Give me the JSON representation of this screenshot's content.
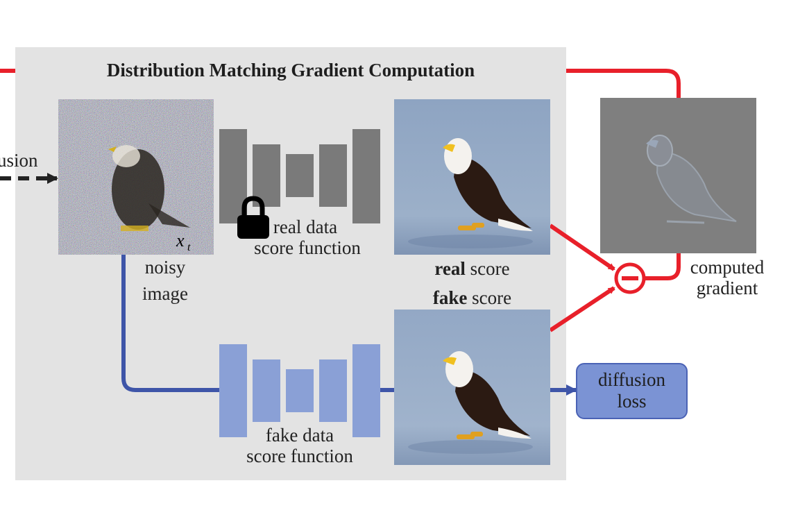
{
  "panel": {
    "title": "Distribution Matching Gradient Computation"
  },
  "left_edge_label": "usion",
  "noisy_image": {
    "label_line1": "noisy",
    "label_line2": "image",
    "symbol": "x",
    "symbol_sub": "t"
  },
  "real_network": {
    "label_line1": "real data",
    "label_line2": "score function",
    "lock_icon": "lock-icon"
  },
  "fake_network": {
    "label_line1": "fake data",
    "label_line2": "score function"
  },
  "real_score": {
    "bold": "real",
    "rest": " score"
  },
  "fake_score": {
    "bold": "fake",
    "rest": " score"
  },
  "gradient": {
    "label_line1": "computed",
    "label_line2": "gradient",
    "operator_icon": "minus-icon"
  },
  "diffusion_loss": {
    "line1": "diffusion",
    "line2": "loss"
  },
  "colors": {
    "red": "#e8202a",
    "blue": "#3e55a8",
    "unet_gray": "#7a7a7a",
    "unet_blue": "#8aa0d6",
    "panel": "#e3e3e3"
  }
}
